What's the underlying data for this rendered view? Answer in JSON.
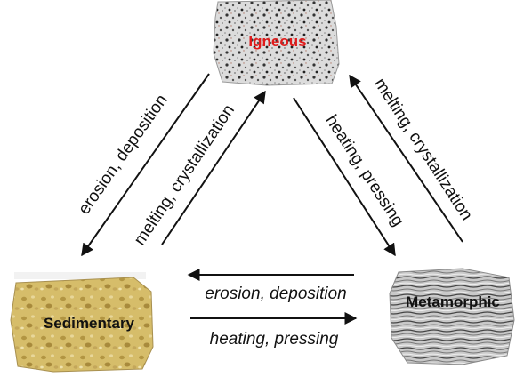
{
  "diagram": {
    "rocks": {
      "igneous": {
        "label": "Igneous",
        "label_color": "#e01b1b"
      },
      "sedimentary": {
        "label": "Sedimentary",
        "label_color": "#111111"
      },
      "metamorphic": {
        "label": "Metamorphic",
        "label_color": "#111111"
      }
    },
    "arrows": {
      "igneous_to_sedimentary": "erosion, deposition",
      "sedimentary_to_igneous": "melting, crystallization",
      "igneous_to_metamorphic": "heating, pressing",
      "metamorphic_to_igneous": "melting, crystallization",
      "metamorphic_to_sedimentary": "erosion, deposition",
      "sedimentary_to_metamorphic": "heating, pressing"
    }
  }
}
